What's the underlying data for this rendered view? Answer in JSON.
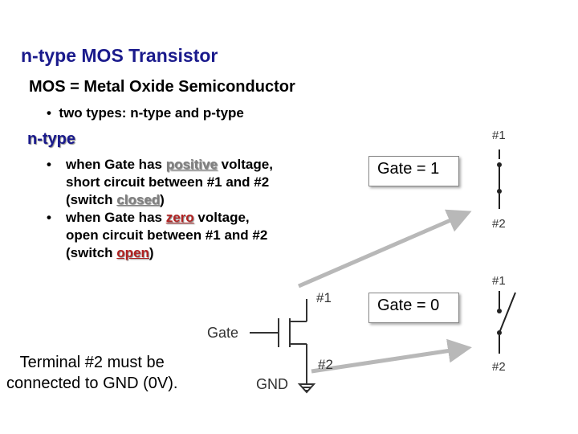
{
  "title": "n-type MOS Transistor",
  "subtitle": "MOS = Metal Oxide Semiconductor",
  "bullet_types": "two types: n-type and p-type",
  "section": "n-type",
  "rule_positive": {
    "pre": "when Gate has ",
    "highlight": "positive",
    "post": " voltage,",
    "line2": "short circuit between #1 and #2",
    "line3_pre": "(switch ",
    "line3_highlight": "closed",
    "line3_post": ")"
  },
  "rule_zero": {
    "pre": "when Gate has ",
    "highlight": "zero",
    "post": " voltage,",
    "line2": "open circuit between #1 and #2",
    "line3_pre": "(switch ",
    "line3_highlight": "open",
    "line3_post": ")"
  },
  "transistor": {
    "terminal1": "#1",
    "terminal2": "#2",
    "gate": "Gate",
    "gnd": "GND"
  },
  "switch_closed": {
    "gate_label": "Gate = 1",
    "top": "#1",
    "bottom": "#2"
  },
  "switch_open": {
    "gate_label": "Gate = 0",
    "top": "#1",
    "bottom": "#2"
  },
  "note": {
    "line1": "Terminal #2 must be",
    "line2": "connected to GND (0V)."
  },
  "colors": {
    "title": "#1a1a8c",
    "zero_open": "#b22222",
    "arrow": "#b8b8b8"
  }
}
